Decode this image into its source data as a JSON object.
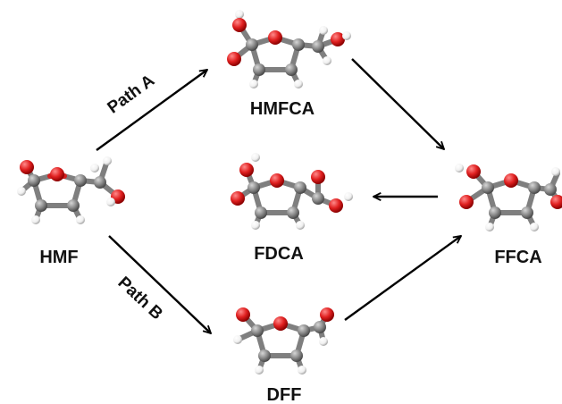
{
  "compounds": {
    "hmf": "HMF",
    "hmfca": "HMFCA",
    "fdca": "FDCA",
    "ffca": "FFCA",
    "dff": "DFF"
  },
  "paths": {
    "a": "Path A",
    "b": "Path B"
  },
  "colors": {
    "carbon": "#8c8c8c",
    "oxygen": "#e02020",
    "hydrogen": "#f2f2f2",
    "arrow": "#000000",
    "text": "#111111"
  }
}
